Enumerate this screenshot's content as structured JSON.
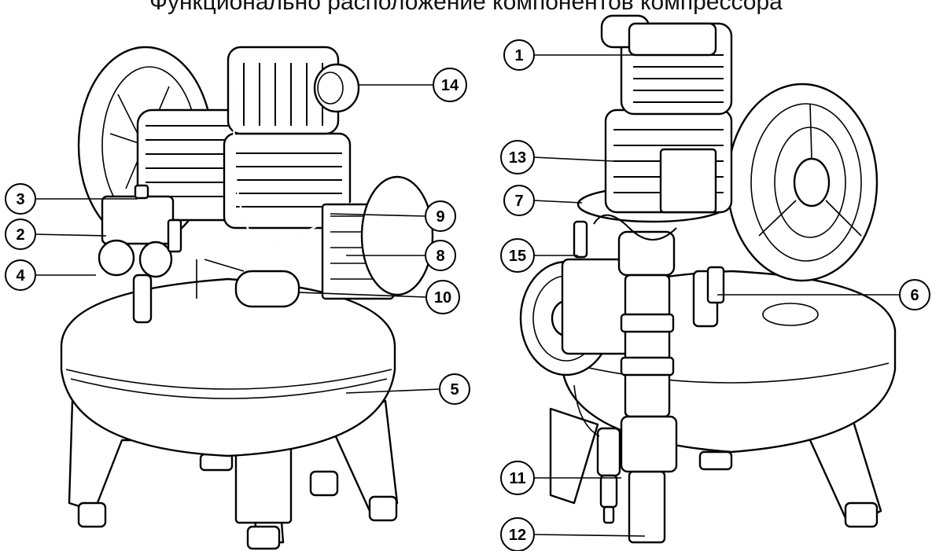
{
  "caption": "Функционально расположение компонентов компрессора",
  "callouts": {
    "c1": "1",
    "c2": "2",
    "c3": "3",
    "c4": "4",
    "c5": "5",
    "c6": "6",
    "c7": "7",
    "c8": "8",
    "c9": "9",
    "c10": "10",
    "c11": "11",
    "c12": "12",
    "c13": "13",
    "c14": "14",
    "c15": "15"
  }
}
